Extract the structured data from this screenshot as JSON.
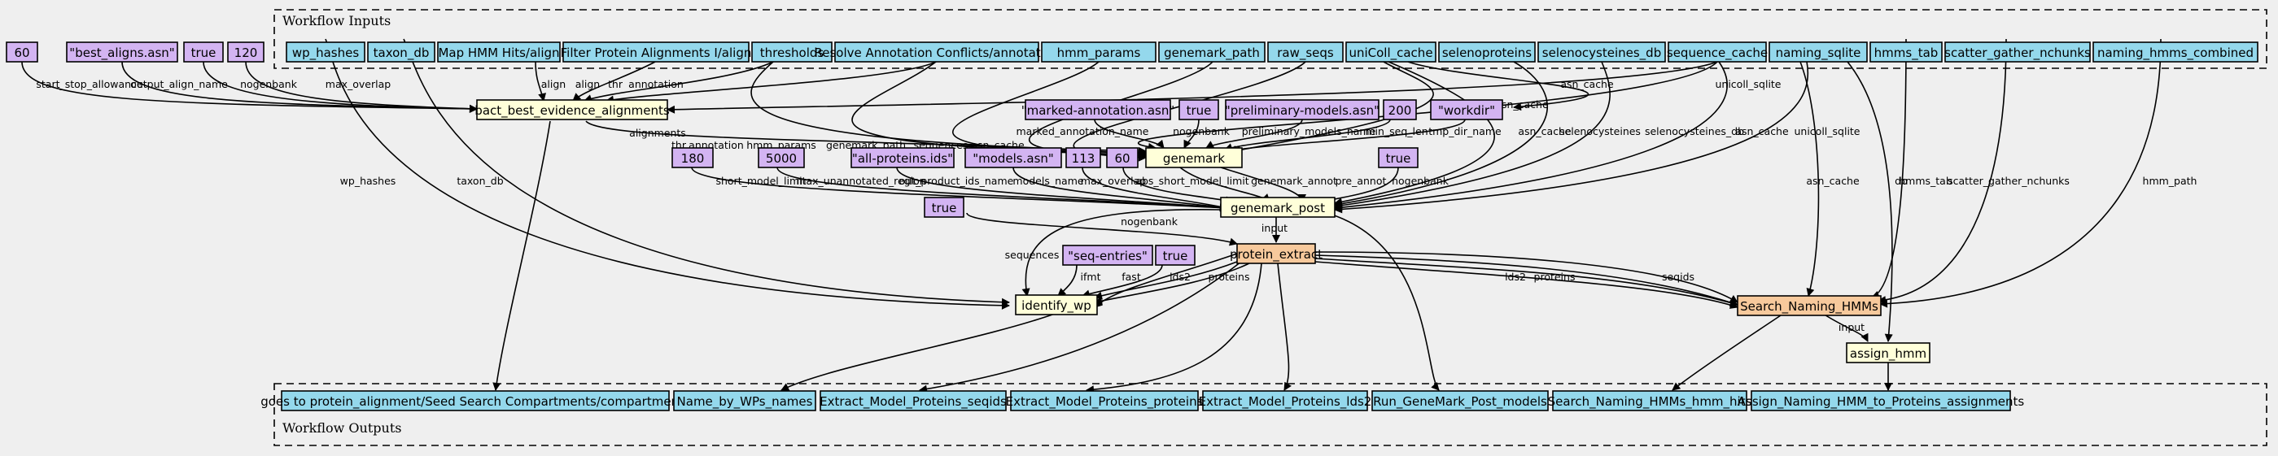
{
  "clusters": {
    "inputs_title": "Workflow Inputs",
    "outputs_title": "Workflow Outputs"
  },
  "colors": {
    "input_node": "#94d8ec",
    "literal_node": "#d3b4f2",
    "task_node": "#ffffd9",
    "subworkflow_node": "#f7c99c",
    "output_node": "#94d8ec"
  },
  "inputs": [
    "wp_hashes",
    "taxon_db",
    "Map HMM Hits/align",
    "Filter Protein Alignments I/align",
    "thresholds",
    "Resolve Annotation Conflicts/annotation",
    "hmm_params",
    "genemark_path",
    "raw_seqs",
    "uniColl_cache",
    "selenoproteins",
    "selenocysteines_db",
    "sequence_cache",
    "naming_sqlite",
    "hmms_tab",
    "scatter_gather_nchunks",
    "naming_hmms_combined"
  ],
  "literals": {
    "l60a": "60",
    "best_aligns": "\"best_aligns.asn\"",
    "true_a": "true",
    "l120": "120",
    "marked_annot": "\"marked-annotation.asn\"",
    "true_b": "true",
    "prelim_models": "\"preliminary-models.asn\"",
    "l200": "200",
    "workdir": "\"workdir\"",
    "l180": "180",
    "l5000": "5000",
    "all_proteins": "\"all-proteins.ids\"",
    "models_asn": "\"models.asn\"",
    "l113": "113",
    "l60b": "60",
    "true_c": "true",
    "true_d": "true",
    "seq_entries": "\"seq-entries\"",
    "true_e": "true"
  },
  "tasks": {
    "bact_best": "bact_best_evidence_alignments",
    "genemark": "genemark",
    "genemark_post": "genemark_post",
    "protein_extract": "protein_extract",
    "identify_wp": "identify_wp",
    "search_naming": "Search_Naming_HMMs",
    "assign_hmm": "assign_hmm"
  },
  "outputs": [
    "goes to protein_alignment/Seed Search Compartments/compartments",
    "Name_by_WPs_names",
    "Extract_Model_Proteins_seqids",
    "Extract_Model_Proteins_proteins",
    "Extract_Model_Proteins_lds2",
    "Run_GeneMark_Post_models",
    "Search_Naming_HMMs_hmm_hits",
    "Assign_Naming_HMM_to_Proteins_assignments"
  ],
  "edge_labels": {
    "start_stop_allowance": "start_stop_allowance",
    "output_align_name": "output_align_name",
    "nogenbank": "nogenbank",
    "max_overlap": "max_overlap",
    "align": "align",
    "thr": "thr",
    "annotation": "annotation",
    "asn_cache": "asn_cache",
    "alignments": "alignments",
    "hmm_params": "hmm_params",
    "genemark_path": "genemark_path",
    "sequences": "sequences",
    "marked_annotation_name": "marked_annotation_name",
    "preliminary_models_name": "preliminary_models_name",
    "min_seq_len": "min_seq_len",
    "tmp_dir_name": "tmp_dir_name",
    "unicoll_sqlite": "unicoll_sqlite",
    "short_model_limit": "short_model_limit",
    "max_unannotated_region": "max_unannotated_region",
    "out_product_ids_name": "out_product_ids_name",
    "models_name": "models_name",
    "abs_short_model_limit": "abs_short_model_limit",
    "genemark_annot": "genemark_annot",
    "pre_annot": "pre_annot",
    "selenocysteines": "selenocysteines",
    "selenocysteines_db": "selenocysteines_db",
    "wp_hashes": "wp_hashes",
    "taxon_db": "taxon_db",
    "input": "input",
    "ifmt": "ifmt",
    "fast": "fast",
    "lds2": "lds2",
    "proteins": "proteins",
    "seqids": "seqids",
    "db": "db",
    "hmms_tab": "hmms_tab",
    "scatter_gather_nchunks": "scatter_gather_nchunks",
    "hmm_path": "hmm_path"
  }
}
